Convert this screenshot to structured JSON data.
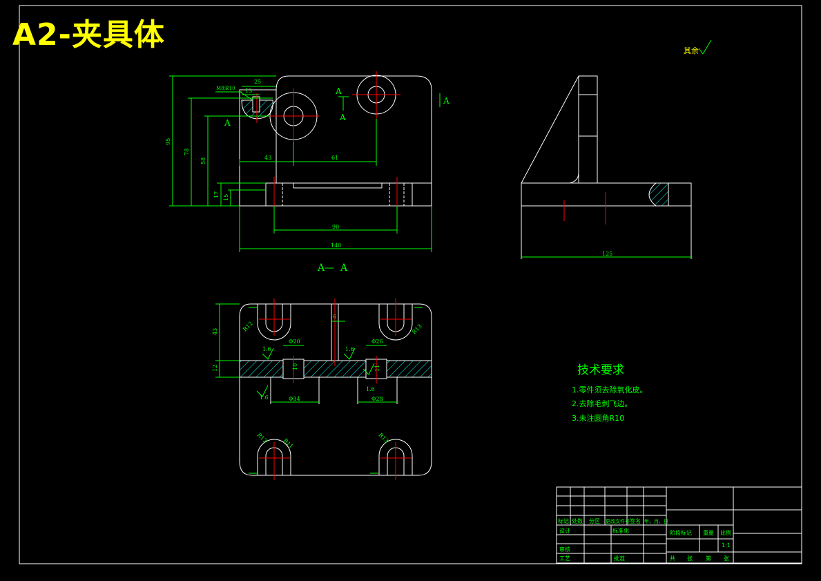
{
  "sheet_title": "A2-夹具体",
  "roughness_note": "其余",
  "section_label": "A—  A",
  "section_marks": [
    "A",
    "A",
    "A",
    "A"
  ],
  "dims_front": {
    "d25": "25",
    "d13": "13",
    "thread": "M8深10",
    "d43": "43",
    "d61": "61",
    "d95": "95",
    "d78": "78",
    "d58": "58",
    "d17": "17",
    "d15": "15",
    "d90": "90",
    "d140": "140"
  },
  "dims_side": {
    "d125": "125"
  },
  "dims_section": {
    "d43": "43",
    "d6": "6",
    "d12": "12",
    "d1_6a": "1.6",
    "d1_6b": "1.6",
    "d1_6c": "1.6",
    "d1_6d": "1.6",
    "phi20": "Φ20",
    "phi26": "Φ26",
    "phi34": "Φ34",
    "phi28": "Φ28",
    "r12a": "R12",
    "r12b": "R12",
    "r13a": "R13",
    "r13b": "R13",
    "r11": "R11",
    "d10": "10",
    "d11": "11"
  },
  "tech_requirements": {
    "title": "技术要求",
    "items": [
      "1.零件须去除氧化皮。",
      "2.去除毛刺飞边。",
      "3.未注圆角R10"
    ]
  },
  "title_block": {
    "row_labels": [
      "标记",
      "处数",
      "分区",
      "更改文件号",
      "签名",
      "年、月、日"
    ],
    "design": "设计",
    "standardize": "标准化",
    "review": "审核",
    "process": "工艺",
    "approve": "批准",
    "stage_mark": "阶段标记",
    "weight": "重量",
    "scale": "比例",
    "scale_value": "1:1",
    "sheets": [
      "共",
      "张",
      "第",
      "张"
    ]
  },
  "colors": {
    "background": "#000000",
    "outline": "#ffffff",
    "dimension": "#00ff00",
    "centerline": "#ff0000",
    "hatch": "#00ffff",
    "title": "#ffff00"
  }
}
